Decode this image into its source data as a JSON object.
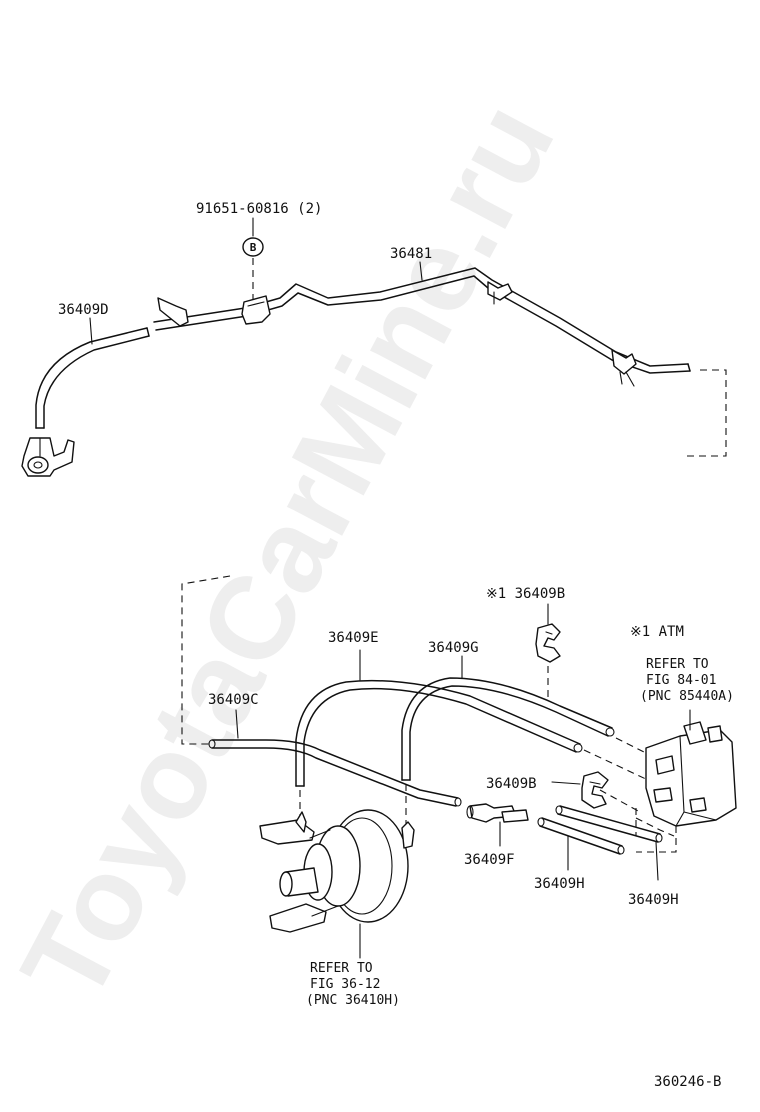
{
  "watermark": "ToyotaCarMine.ru",
  "diagram_id": "360246-B",
  "labels": {
    "bolt": "91651-60816 (2)",
    "bolt_mark": "B",
    "pipe": "36481",
    "hose_d": "36409D",
    "hose_c": "36409C",
    "hose_e": "36409E",
    "hose_g": "36409G",
    "clip_b_top": "※1 36409B",
    "clip_b_mid": "36409B",
    "joint_f": "36409F",
    "hose_h1": "36409H",
    "hose_h2": "36409H",
    "atm_note": "※1 ATM"
  },
  "refer_atm": {
    "line1": "REFER TO",
    "line2": "FIG 84-01",
    "line3": "(PNC 85440A)"
  },
  "refer_booster": {
    "line1": "REFER TO",
    "line2": "FIG 36-12",
    "line3": "(PNC 36410H)"
  }
}
